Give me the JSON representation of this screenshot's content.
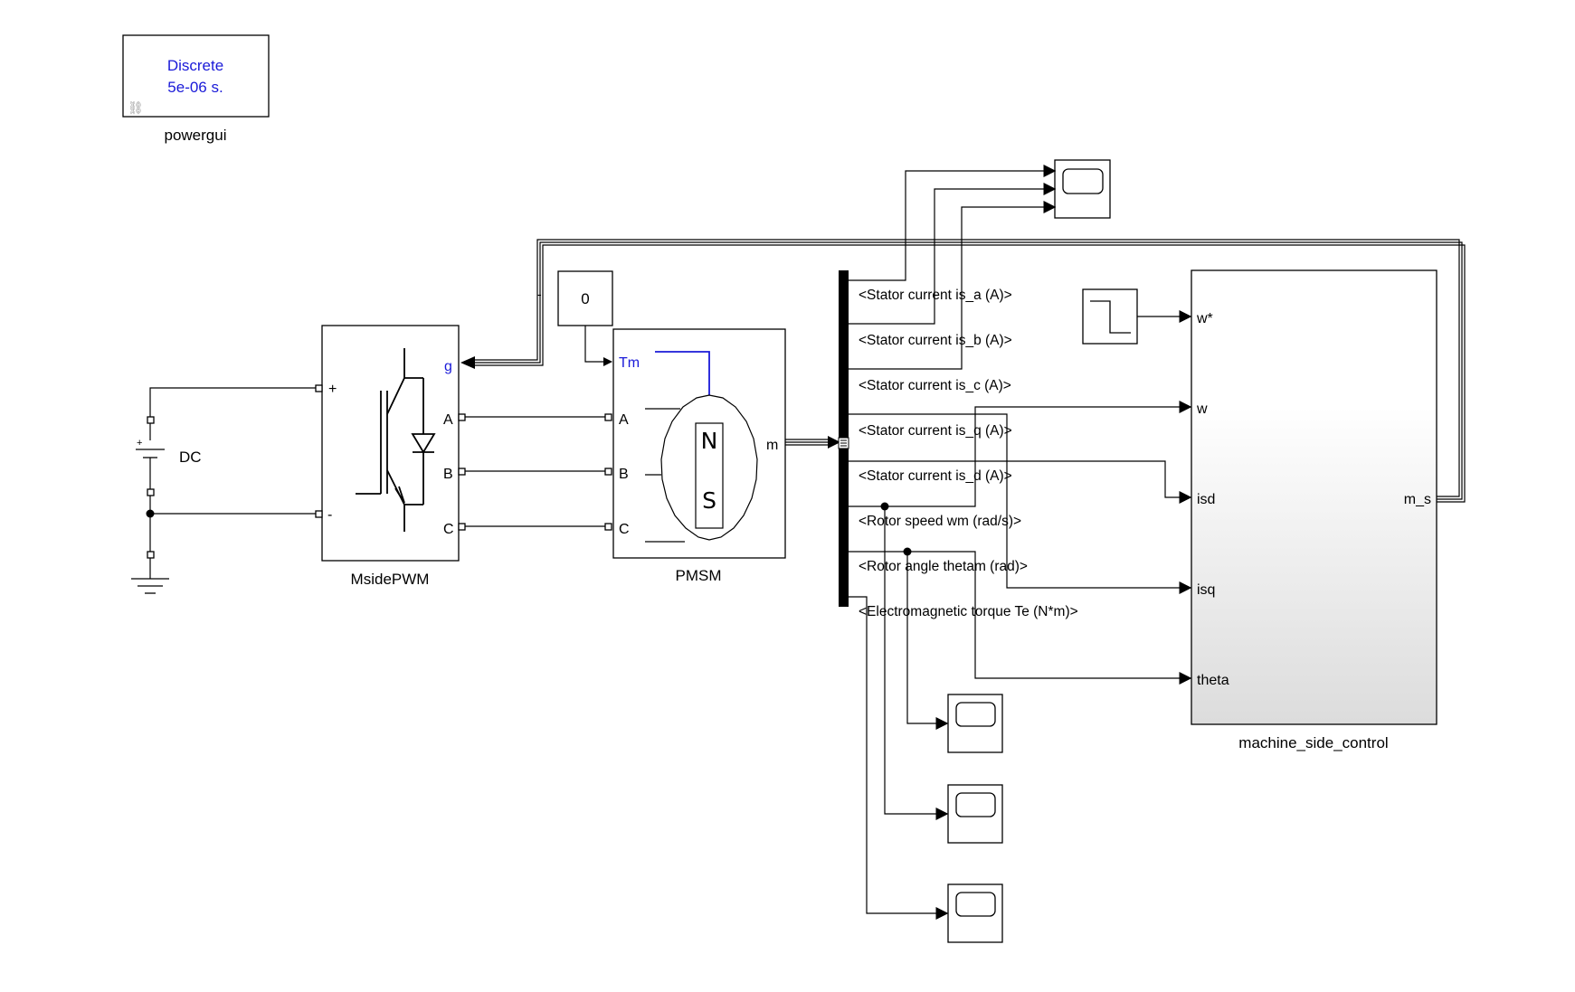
{
  "powergui": {
    "line1": "Discrete",
    "line2": "5e-06 s.",
    "name": "powergui"
  },
  "dc_source": {
    "name": "DC",
    "plus": "+"
  },
  "converter": {
    "name": "MsidePWM",
    "port_g": "g",
    "port_plus": "+",
    "port_minus": "-",
    "port_a": "A",
    "port_b": "B",
    "port_c": "C"
  },
  "constant": {
    "value": "0"
  },
  "pmsm": {
    "name": "PMSM",
    "port_tm": "Tm",
    "port_a": "A",
    "port_b": "B",
    "port_c": "C",
    "port_m": "m",
    "pole_n": "N",
    "pole_s": "S"
  },
  "bus_selector": {
    "signals": [
      "<Stator current is_a (A)>",
      "<Stator current is_b (A)>",
      "<Stator current is_c (A)>",
      "<Stator current is_q (A)>",
      "<Stator current is_d (A)>",
      "<Rotor speed wm (rad/s)>",
      "<Rotor angle thetam (rad)>",
      "<Electromagnetic torque Te (N*m)>"
    ]
  },
  "controller": {
    "name": "machine_side_control",
    "in_wref": "w*",
    "in_w": "w",
    "in_isd": "isd",
    "in_isq": "isq",
    "in_theta": "theta",
    "out_ms": "m_s"
  },
  "colors": {
    "label_blue": "#1a1ad8",
    "line": "#000000",
    "gradient_end": "#dddddd"
  }
}
